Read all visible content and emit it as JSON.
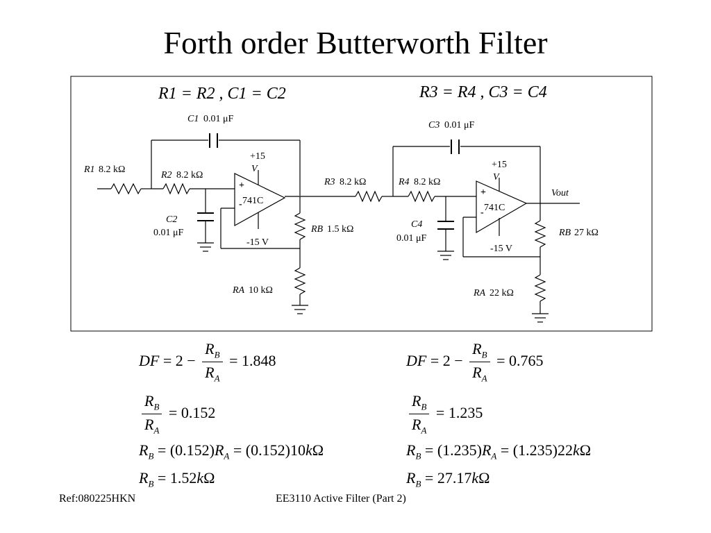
{
  "title": "Forth order Butterworth Filter",
  "circuit": {
    "stage1": {
      "condition": "R1 = R2 , C1 = C2",
      "c1": {
        "name": "C1",
        "value": "0.01 μF"
      },
      "r1": {
        "name": "R1",
        "value": "8.2 kΩ"
      },
      "r2": {
        "name": "R2",
        "value": "8.2 kΩ"
      },
      "c2": {
        "name": "C2",
        "value": "0.01 μF"
      },
      "opamp": "741C",
      "vpos": "+15",
      "vpos_unit": "V",
      "vneg": "-15 V",
      "rb": {
        "name": "RB",
        "value": "1.5 kΩ"
      },
      "ra": {
        "name": "RA",
        "value": "10 kΩ"
      }
    },
    "stage2": {
      "condition": "R3 = R4 , C3 = C4",
      "c3": {
        "name": "C3",
        "value": "0.01 μF"
      },
      "r3": {
        "name": "R3",
        "value": "8.2 kΩ"
      },
      "r4": {
        "name": "R4",
        "value": "8.2 kΩ"
      },
      "c4": {
        "name": "C4",
        "value": "0.01 μF"
      },
      "opamp": "741C",
      "vpos": "+15",
      "vpos_unit": "V",
      "vneg": "-15 V",
      "rb": {
        "name": "RB",
        "value": "27 kΩ"
      },
      "ra": {
        "name": "RA",
        "value": "22 kΩ"
      },
      "output": "Vout"
    }
  },
  "equations": {
    "left": {
      "df_value": "1.848",
      "ratio_value": "0.152",
      "rb_calc_ra": "10",
      "rb_result": "1.52"
    },
    "right": {
      "df_value": "0.765",
      "ratio_value": "1.235",
      "rb_calc_ra": "22",
      "rb_result": "27.17"
    }
  },
  "footer": {
    "left": "Ref:080225HKN",
    "center": "EE3110 Active Filter (Part 2)"
  }
}
